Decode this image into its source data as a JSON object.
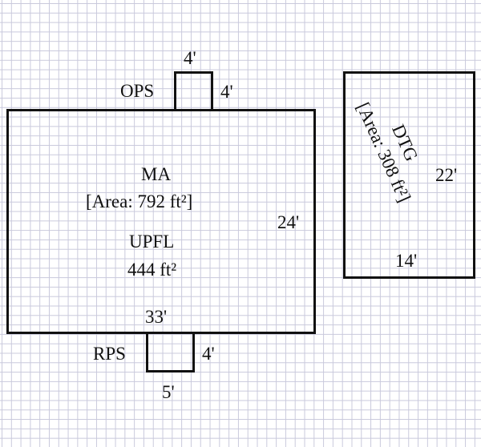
{
  "main_room": {
    "name": "MA",
    "area": "[Area: 792 ft²]",
    "sub_name": "UPFL",
    "sub_area": "444 ft²",
    "width": "33'",
    "height": "24'"
  },
  "ops": {
    "name": "OPS",
    "width": "4'",
    "height": "4'"
  },
  "rps": {
    "name": "RPS",
    "width": "5'",
    "height": "4'"
  },
  "dtg": {
    "name": "DTG",
    "area": "[Area: 308 ft²]",
    "width": "14'",
    "height": "22'"
  }
}
